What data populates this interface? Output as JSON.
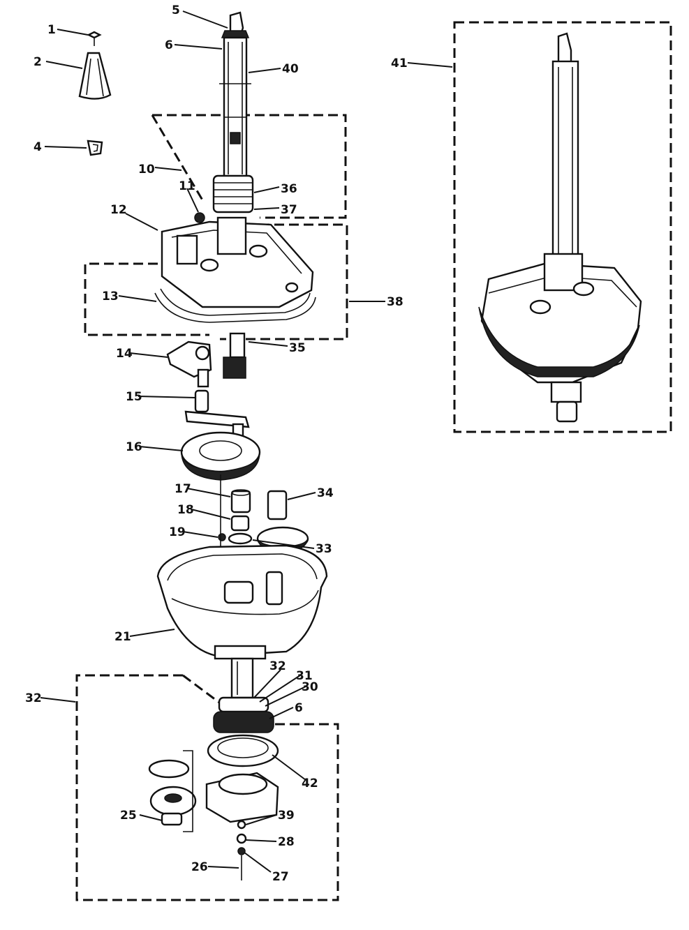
{
  "diagram": {
    "callouts": [
      {
        "id": "c1",
        "text": "1"
      },
      {
        "id": "c2",
        "text": "2"
      },
      {
        "id": "c4",
        "text": "4"
      },
      {
        "id": "c5",
        "text": "5"
      },
      {
        "id": "c6a",
        "text": "6"
      },
      {
        "id": "c40",
        "text": "40"
      },
      {
        "id": "c10",
        "text": "10"
      },
      {
        "id": "c11",
        "text": "11"
      },
      {
        "id": "c12",
        "text": "12"
      },
      {
        "id": "c36",
        "text": "36"
      },
      {
        "id": "c37",
        "text": "37"
      },
      {
        "id": "c38",
        "text": "38"
      },
      {
        "id": "c13",
        "text": "13"
      },
      {
        "id": "c14",
        "text": "14"
      },
      {
        "id": "c35",
        "text": "35"
      },
      {
        "id": "c15",
        "text": "15"
      },
      {
        "id": "c16",
        "text": "16"
      },
      {
        "id": "c17",
        "text": "17"
      },
      {
        "id": "c18",
        "text": "18"
      },
      {
        "id": "c19",
        "text": "19"
      },
      {
        "id": "c34",
        "text": "34"
      },
      {
        "id": "c33",
        "text": "33"
      },
      {
        "id": "c21",
        "text": "21"
      },
      {
        "id": "c32a",
        "text": "32"
      },
      {
        "id": "c31",
        "text": "31"
      },
      {
        "id": "c30",
        "text": "30"
      },
      {
        "id": "c6b",
        "text": "6"
      },
      {
        "id": "c32b",
        "text": "32"
      },
      {
        "id": "c42",
        "text": "42"
      },
      {
        "id": "c25",
        "text": "25"
      },
      {
        "id": "c39",
        "text": "39"
      },
      {
        "id": "c28",
        "text": "28"
      },
      {
        "id": "c26",
        "text": "26"
      },
      {
        "id": "c27",
        "text": "27"
      },
      {
        "id": "c41",
        "text": "41"
      }
    ]
  }
}
